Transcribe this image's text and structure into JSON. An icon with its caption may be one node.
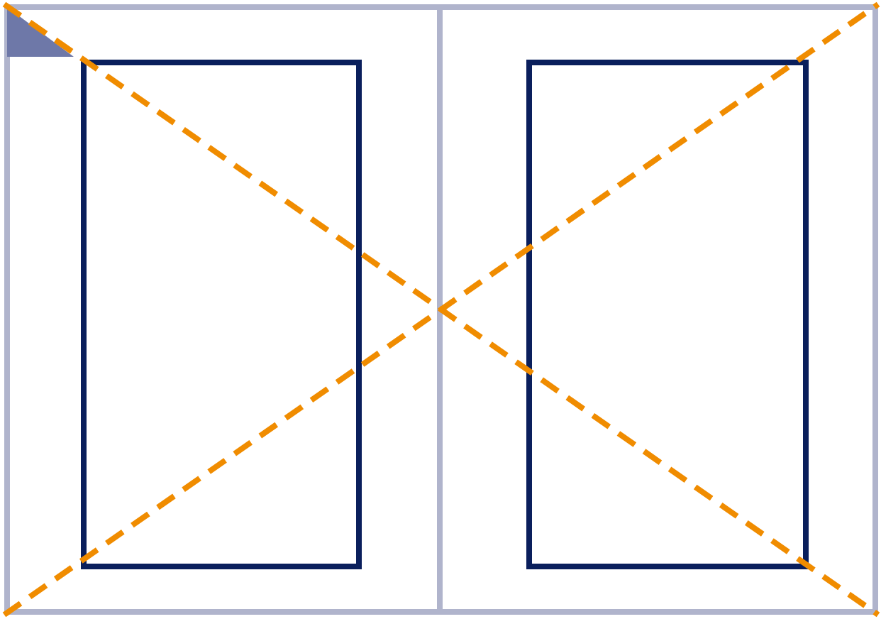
{
  "diagram": {
    "nodes": [
      {
        "text": [],
        "shape": "box"
      },
      {
        "text": [],
        "shape": "box",
        "in": 0
      },
      {
        "text": [],
        "shape": "box"
      },
      {
        "text": [],
        "shape": "box",
        "in": 2
      }
    ]
  }
}
